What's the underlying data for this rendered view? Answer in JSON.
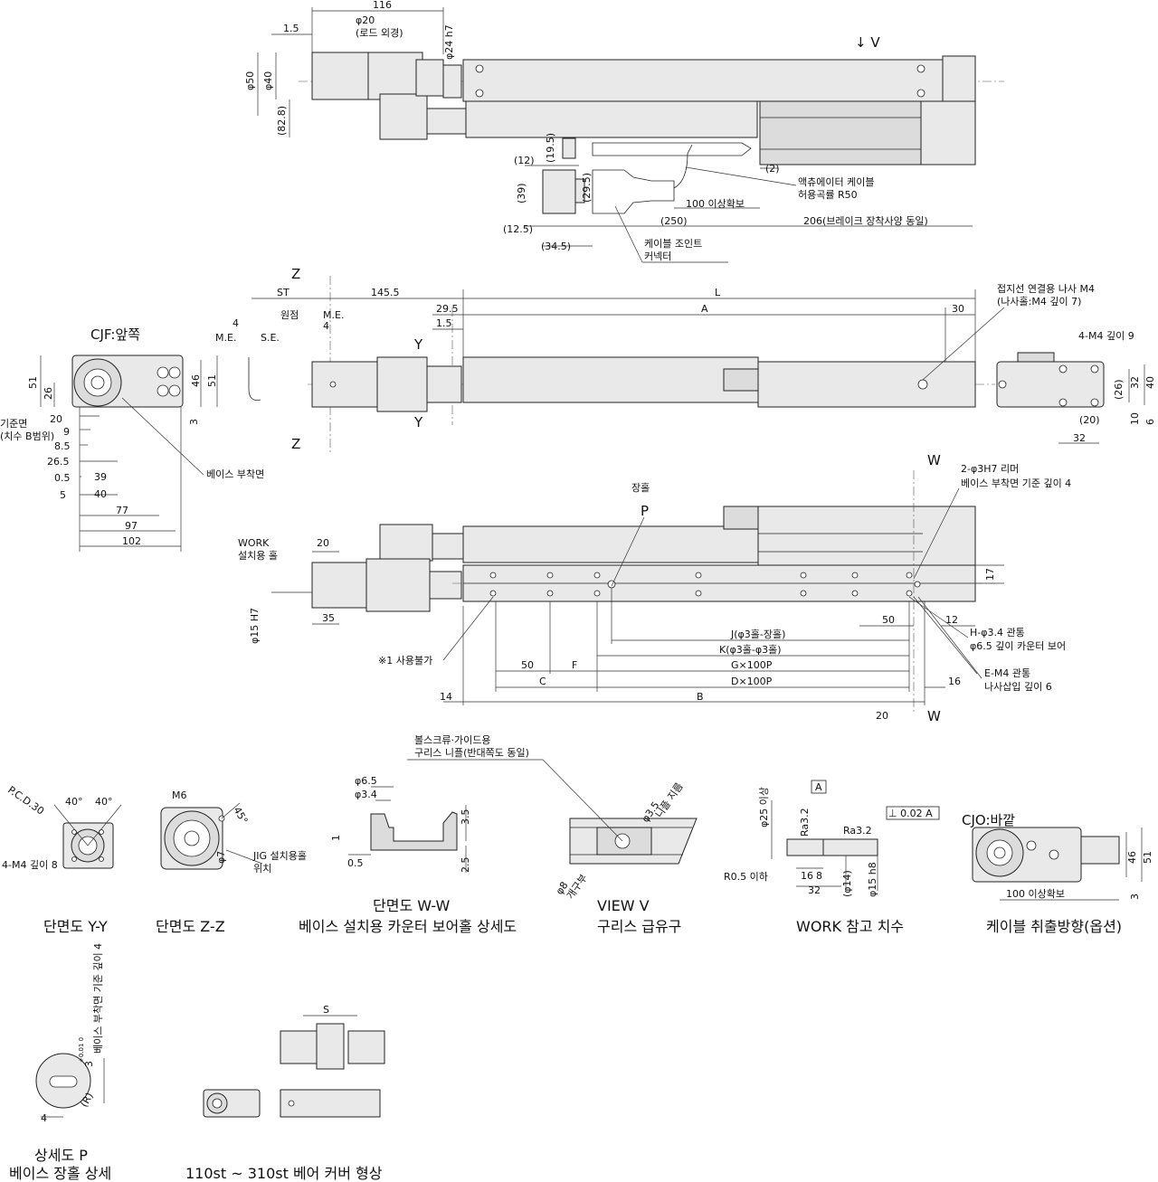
{
  "top_view": {
    "d116": "116",
    "d1_5": "1.5",
    "rod_od": "φ20",
    "rod_od_note": "(로드 외경)",
    "phi24": "φ24 h7",
    "phi50": "φ50",
    "phi40": "φ40",
    "d82_8": "(82.8)",
    "view_v": "↓ V",
    "d12": "(12)",
    "d19_5": "(19.5)",
    "d39": "(39)",
    "d29_5": "(29.5)",
    "d12_5": "(12.5)",
    "d34_5": "(34.5)",
    "d2": "(2)",
    "d100": "100 이상확보",
    "d250": "(250)",
    "d206": "206(브레이크 장착사양 동일)",
    "actuator_cable": "액츄에이터 케이블",
    "bend_r": "허용곡률 R50",
    "cable_joint": "케이블 조인트",
    "connector": "커넥터"
  },
  "side_view": {
    "z": "Z",
    "st": "ST",
    "d145_5": "145.5",
    "l": "L",
    "d29_5": "29.5",
    "d1_5": "1.5",
    "a": "A",
    "d30": "30",
    "origin": "원점",
    "me": "M.E.",
    "se": "S.E.",
    "d4": "4",
    "y": "Y",
    "ground_screw": "접지선 연결용 나사 M4",
    "ground_hole": "(나사홀:M4 깊이 7)",
    "m4_depth9": "4-M4 깊이 9",
    "d32": "32",
    "d40": "40",
    "d26": "(26)",
    "d20": "(20)",
    "d10": "10",
    "d6": "6",
    "d32b": "32"
  },
  "front_view": {
    "title": "CJF:앞쪽",
    "d51": "51",
    "d26": "26",
    "d46": "46",
    "d3": "3",
    "ref_face": "기준면",
    "ref_range": "(치수 B범위)",
    "dims": [
      "20",
      "9",
      "8.5",
      "26.5",
      "0.5",
      "5",
      "39",
      "40",
      "77",
      "97",
      "102"
    ],
    "base_face": "베이스 부착면"
  },
  "bottom_view": {
    "w": "W",
    "slot": "장홀",
    "p": "P",
    "reamer": "2-φ3H7 리머",
    "reamer_depth": "베이스 부착면 기준 깊이 4",
    "work": "WORK",
    "work_hole": "설치용 홀",
    "d20": "20",
    "phi15": "φ15 H7",
    "d35": "35",
    "d17": "17",
    "d50": "50",
    "d12": "12",
    "j": "J(φ3홀-장홀)",
    "k": "K(φ3홀-φ3홀)",
    "g": "G×100P",
    "d": "D×100P",
    "c": "C",
    "f": "F",
    "d50b": "50",
    "b": "B",
    "d14": "14",
    "d16": "16",
    "d20b": "20",
    "note1": "※1 사용불가",
    "h_hole": "H-φ3.4 관통",
    "h_cb": "φ6.5 깊이 카운터 보어",
    "e_hole": "E-M4 관통",
    "e_depth": "나사삽입 깊이 6"
  },
  "details": {
    "yy": {
      "pcd": "P.C.D.30",
      "ang1": "40°",
      "ang2": "40°",
      "m4": "4-M4 깊이 8",
      "caption": "단면도 Y-Y"
    },
    "zz": {
      "m6": "M6",
      "ang": "45°",
      "phi7": "φ7",
      "jig": "JIG 설치용홀",
      "pos": "위치",
      "caption": "단면도 Z-Z"
    },
    "ww": {
      "phi6_5": "φ6.5",
      "phi3_4": "φ3.4",
      "d1": "1",
      "d3_5": "3.5",
      "d0_5": "0.5",
      "d2_5": "2.5",
      "caption1": "단면도 W-W",
      "caption2": "베이스 설치용 카운터 보어홀 상세도"
    },
    "vv": {
      "grease1": "볼스크류·가이드용",
      "grease2": "구리스 니플(반대쪽도 동일)",
      "phi3_5": "φ3.5",
      "neck": "니플 지름",
      "phi8": "φ8",
      "open": "개구부",
      "caption1": "VIEW V",
      "caption2": "구리스 급유구"
    },
    "work": {
      "phi25": "φ25 이상",
      "a": "A",
      "ra1": "Ra3.2",
      "ra2": "Ra3.2",
      "tol": "⊥ 0.02 A",
      "r05": "R0.5 이하",
      "d16": "16",
      "d8": "8",
      "d32": "32",
      "phi14": "(φ14)",
      "phi15": "φ15 h8",
      "caption": "WORK 참고 치수"
    },
    "cjo": {
      "title": "CJO:바깥",
      "d46": "46",
      "d51": "51",
      "d3": "3",
      "d100": "100 이상확보",
      "caption": "케이블 취출방향(옵션)"
    },
    "p": {
      "label": "베이스 부착면 기준 깊이 4",
      "d3": "3",
      "tol": "+0.01 0",
      "r": "(R)",
      "d4": "4",
      "caption1": "상세도 P",
      "caption2": "베이스 장홀 상세"
    },
    "bellows": {
      "s": "S",
      "caption": "110st ~ 310st 베어 커버 형상"
    }
  }
}
